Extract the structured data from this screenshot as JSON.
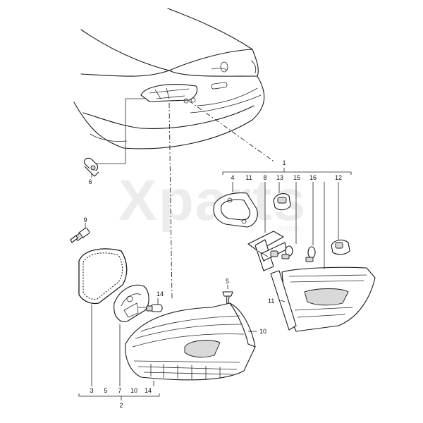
{
  "watermark": {
    "text": "Xparts",
    "sub": ".online"
  },
  "callouts": {
    "c1": "1",
    "c2": "2",
    "c6": "6",
    "c9": "9",
    "c5b": "5",
    "c10": "10",
    "c11b": "11",
    "c14b": "14",
    "row1": [
      "4",
      "11",
      "8",
      "13",
      "15",
      "16",
      "12"
    ],
    "row2": [
      "3",
      "5",
      "7",
      "10",
      "14"
    ]
  }
}
